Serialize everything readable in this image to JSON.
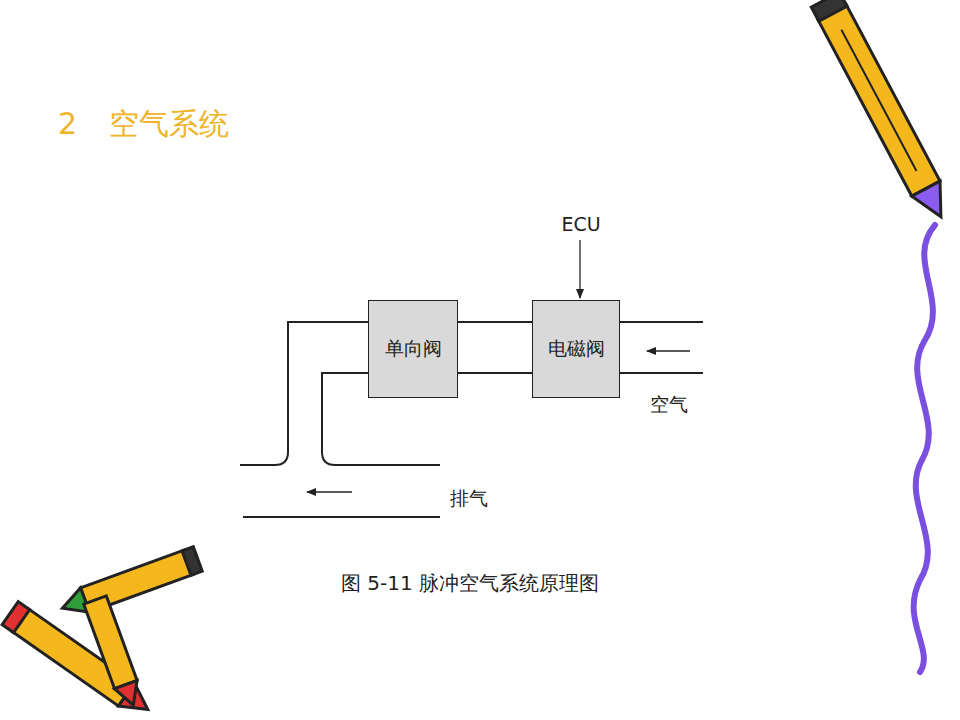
{
  "diagram": {
    "title": "2 空气系统",
    "caption": "图 5-11 脉冲空气系统原理图",
    "nodes": [
      {
        "text": [
          "单向阀"
        ]
      },
      {
        "text": [
          "电磁阀"
        ]
      }
    ],
    "edges": [
      {
        "from": 1,
        "to": 0,
        "arrow": "none"
      }
    ],
    "labels": [
      "ECU",
      "空气",
      "排气"
    ]
  }
}
